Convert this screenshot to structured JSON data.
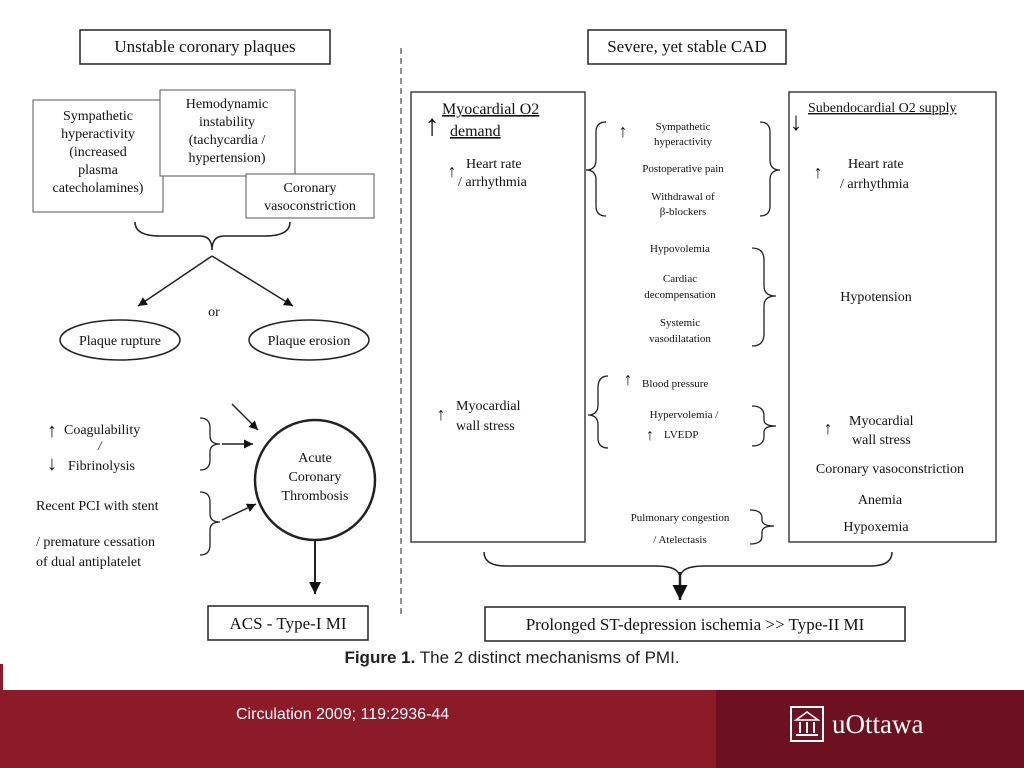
{
  "left_panel": {
    "title": "Unstable coronary plaques",
    "box_sympathetic": [
      "Sympathetic",
      "hyperactivity",
      "(increased",
      "plasma",
      "catecholamines)"
    ],
    "box_hemodynamic": [
      "Hemodynamic",
      "instability",
      "(tachycardia /",
      "hypertension)"
    ],
    "box_vasoconstriction": [
      "Coronary",
      "vasoconstriction"
    ],
    "or_label": "or",
    "plaque_rupture": "Plaque rupture",
    "plaque_erosion": "Plaque erosion",
    "coagulability": "Coagulability",
    "slash": "/",
    "fibrinolysis": "Fibrinolysis",
    "recent_pci": "Recent PCI with stent",
    "premature": [
      "/ premature cessation",
      "of dual antiplatelet"
    ],
    "thrombosis": [
      "Acute",
      "Coronary",
      "Thrombosis"
    ],
    "acs": "ACS - Type-I MI"
  },
  "right_panel": {
    "title": "Severe, yet stable CAD",
    "demand_header": [
      "Myocardial O2",
      "demand"
    ],
    "demand_heart_rate": [
      "Heart rate",
      "/ arrhythmia"
    ],
    "demand_wall_stress": [
      "Myocardial",
      "wall stress"
    ],
    "mid_group1": [
      "Sympathetic",
      "hyperactivity",
      "Postoperative pain",
      "Withdrawal of",
      "β-blockers"
    ],
    "mid_group2": [
      "Hypovolemia",
      "Cardiac",
      "decompensation",
      "Systemic",
      "vasodilatation"
    ],
    "mid_bp": "Blood pressure",
    "mid_hypervolemia": "Hypervolemia /",
    "mid_lvedp": "LVEDP",
    "mid_pulmonary": [
      "Pulmonary congestion",
      "/ Atelectasis"
    ],
    "supply_header": "Subendocardial O2 supply",
    "supply_heart_rate": [
      "Heart rate",
      "/ arrhythmia"
    ],
    "supply_hypotension": "Hypotension",
    "supply_wall_stress": [
      "Myocardial",
      "wall stress"
    ],
    "supply_vasoconstriction": "Coronary vasoconstriction",
    "supply_anemia": "Anemia",
    "supply_hypoxemia": "Hypoxemia",
    "outcome": "Prolonged ST-depression ischemia >> Type-II MI"
  },
  "caption": {
    "label": "Figure 1.",
    "text": " The 2 distinct mechanisms of PMI."
  },
  "footer": {
    "citation": "Circulation 2009; 119:2936-44",
    "logo_text": "uOttawa"
  },
  "colors": {
    "footer_bg": "#8c1b2a",
    "footer_logo_bg": "#6d1020"
  }
}
